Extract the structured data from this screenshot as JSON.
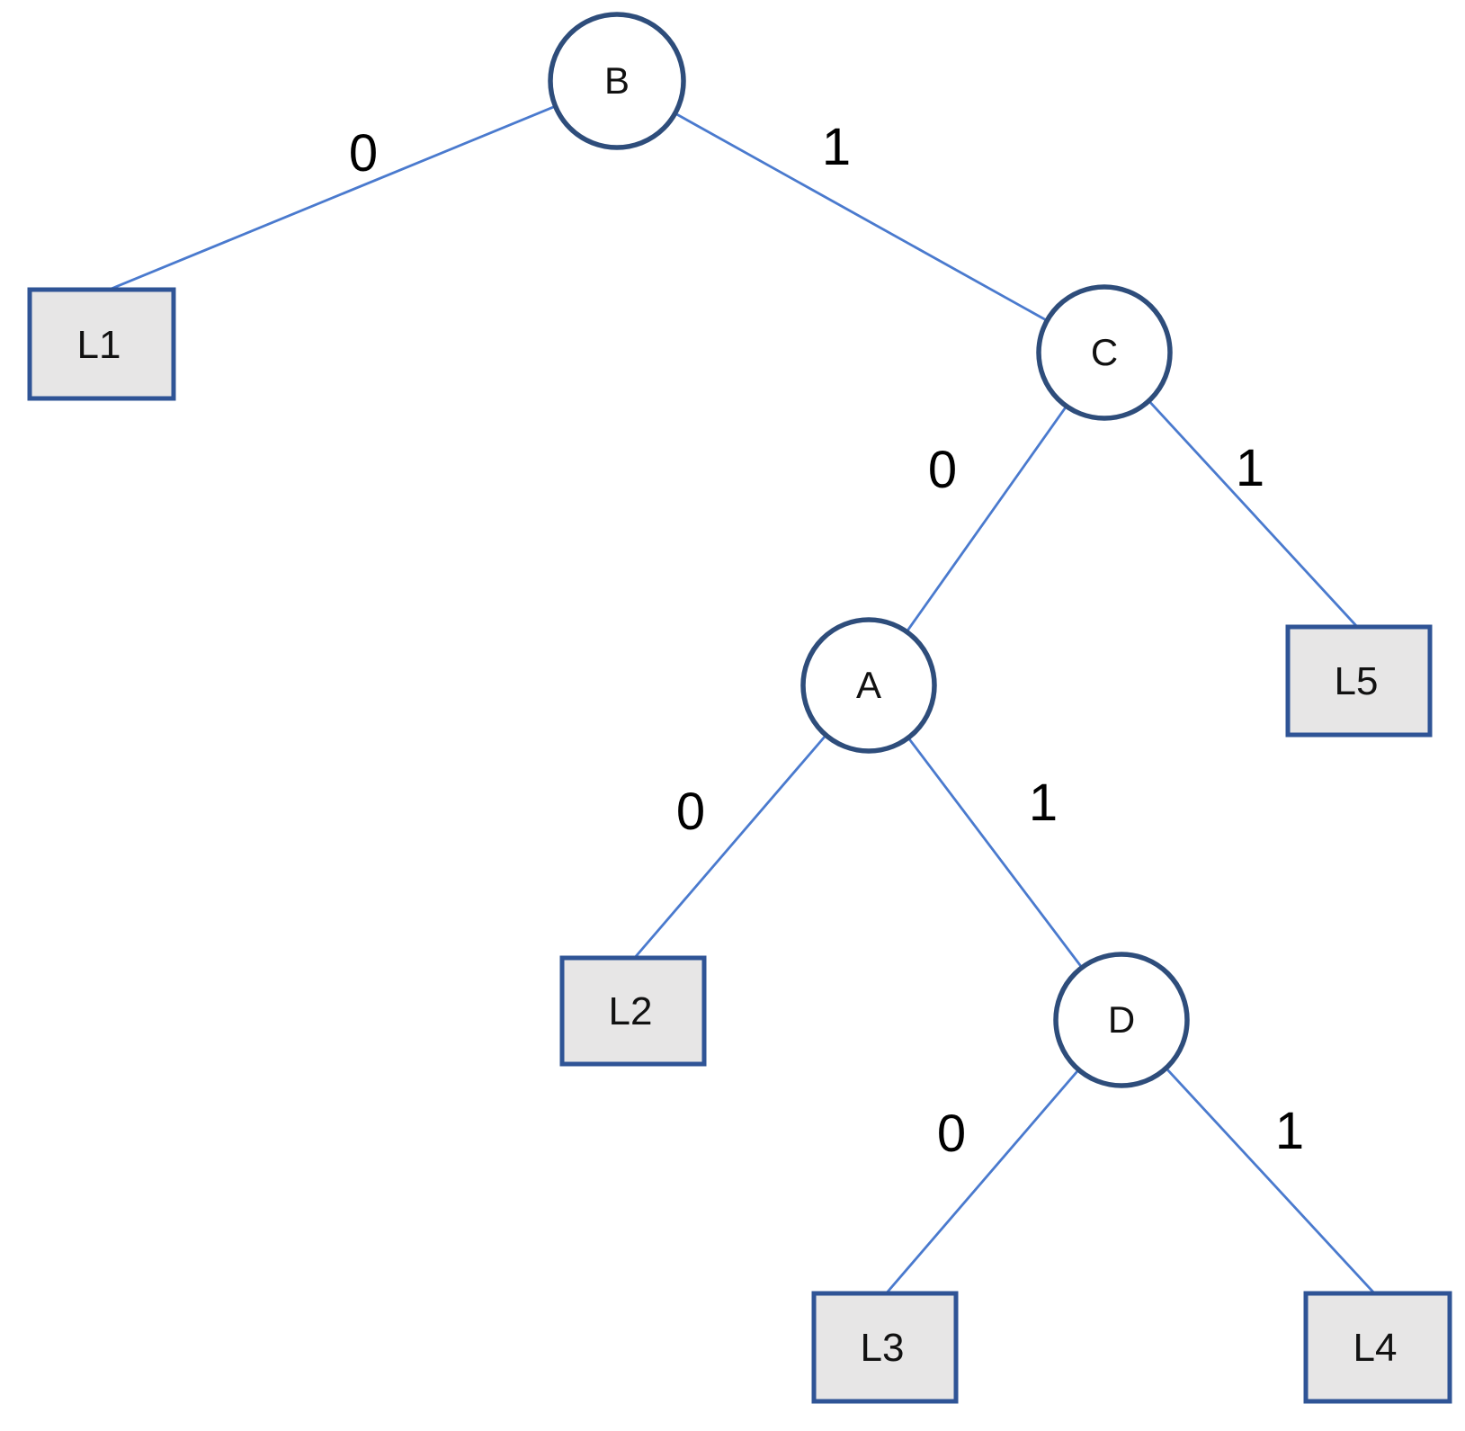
{
  "diagram": {
    "type": "binary-tree",
    "colors": {
      "background": "#ffffff",
      "edge_line": "#4a7ace",
      "node_outline": "#2e4d7b",
      "node_fill": "#ffffff",
      "leaf_border": "#2f5496",
      "leaf_fill": "#e7e6e6",
      "label_text": "#000000"
    },
    "tree": {
      "root": "B",
      "nodes": [
        {
          "id": "B",
          "label": "B"
        },
        {
          "id": "C",
          "label": "C"
        },
        {
          "id": "A",
          "label": "A"
        },
        {
          "id": "D",
          "label": "D"
        }
      ],
      "leaves": [
        {
          "id": "L1",
          "label": "L1"
        },
        {
          "id": "L2",
          "label": "L2"
        },
        {
          "id": "L3",
          "label": "L3"
        },
        {
          "id": "L4",
          "label": "L4"
        },
        {
          "id": "L5",
          "label": "L5"
        }
      ],
      "edges": [
        {
          "from": "B",
          "to": "L1",
          "label": "0"
        },
        {
          "from": "B",
          "to": "C",
          "label": "1"
        },
        {
          "from": "C",
          "to": "A",
          "label": "0"
        },
        {
          "from": "C",
          "to": "L5",
          "label": "1"
        },
        {
          "from": "A",
          "to": "L2",
          "label": "0"
        },
        {
          "from": "A",
          "to": "D",
          "label": "1"
        },
        {
          "from": "D",
          "to": "L3",
          "label": "0"
        },
        {
          "from": "D",
          "to": "L4",
          "label": "1"
        }
      ],
      "leaf_codes": {
        "L1": "0",
        "L2": "100",
        "L3": "1010",
        "L4": "1011",
        "L5": "11"
      }
    }
  }
}
